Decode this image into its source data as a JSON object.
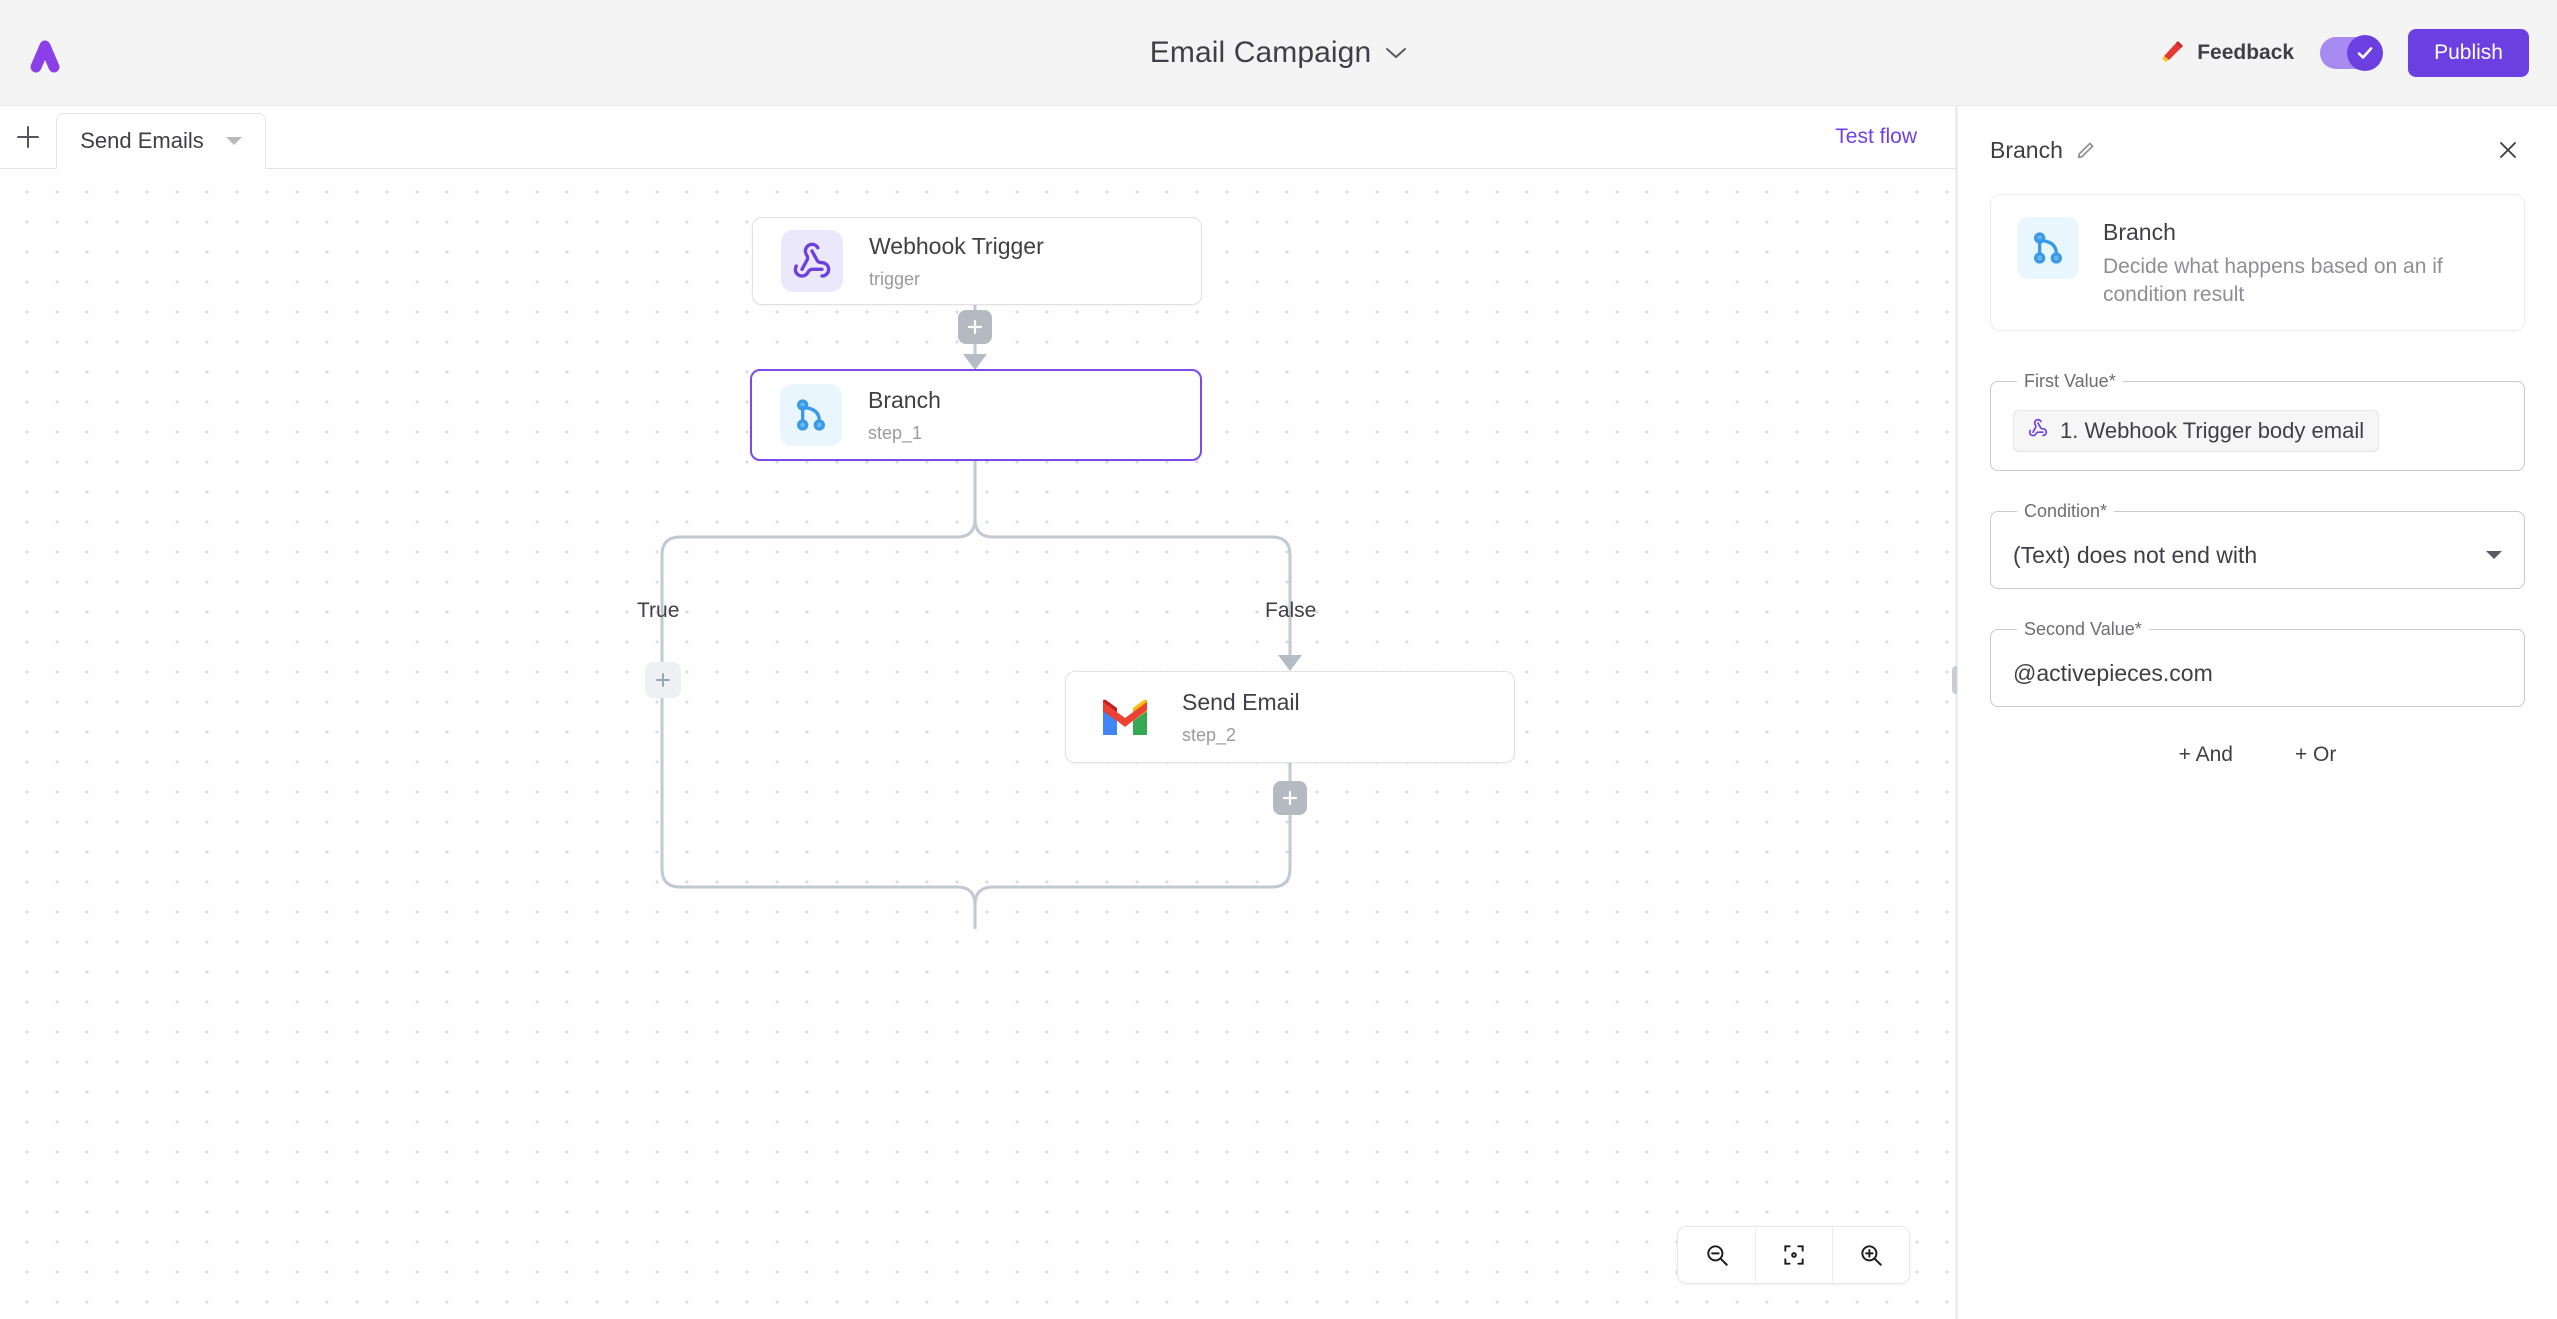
{
  "topbar": {
    "logo_name": "activepieces-logo",
    "flow_name": "Email Campaign",
    "feedback_label": "Feedback",
    "publish_label": "Publish",
    "toggle_state": "on",
    "accent_color": "#6c3fe0"
  },
  "canvas_header": {
    "add_tab_label": "+",
    "tab_label": "Send Emails",
    "test_flow_label": "Test flow"
  },
  "flow": {
    "nodes": [
      {
        "title": "Webhook Trigger",
        "subtitle": "trigger",
        "icon": "webhook-icon",
        "selected": false
      },
      {
        "title": "Branch",
        "subtitle": "step_1",
        "icon": "branch-icon",
        "selected": true
      },
      {
        "title": "Send Email",
        "subtitle": "step_2",
        "icon": "gmail-icon",
        "selected": false
      }
    ],
    "branch_labels": {
      "true": "True",
      "false": "False"
    },
    "add_step_label": "+"
  },
  "zoom_controls": {
    "zoom_out": "zoom-out-icon",
    "fit_view": "fit-view-icon",
    "zoom_in": "zoom-in-icon"
  },
  "panel": {
    "title": "Branch",
    "close_label": "✕",
    "description": {
      "title": "Branch",
      "text": "Decide what happens based on an if condition result"
    },
    "fields": {
      "first_value": {
        "label": "First Value*",
        "chip_text": "1. Webhook Trigger body email"
      },
      "condition": {
        "label": "Condition*",
        "value": "(Text) does not end with"
      },
      "second_value": {
        "label": "Second Value*",
        "value": "@activepieces.com"
      }
    },
    "add_and_label": "+ And",
    "add_or_label": "+ Or"
  }
}
